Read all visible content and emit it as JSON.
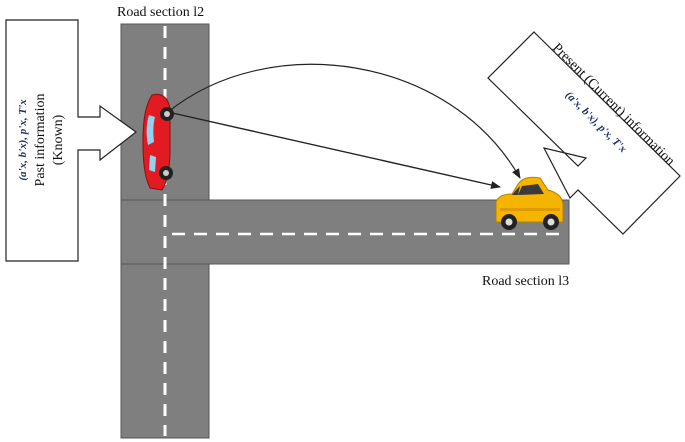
{
  "labels": {
    "road_l2": "Road section l2",
    "road_l3": "Road section l3"
  },
  "past_info": {
    "title_line1": "Past information",
    "title_line2": "(Known)",
    "formula": "(a'x, b'x), p'x, T'x"
  },
  "present_info": {
    "title": "Present (Current) information",
    "formula": "(a'x, b'x), p'x, T'x"
  },
  "colors": {
    "road": "#7f7f7f",
    "road_edge": "#555555",
    "lane_marking": "#ffffff",
    "red_car": "#e21a22",
    "yellow_car": "#f4b400",
    "arrow": "#222222",
    "formula_text": "#1f2f6e"
  }
}
